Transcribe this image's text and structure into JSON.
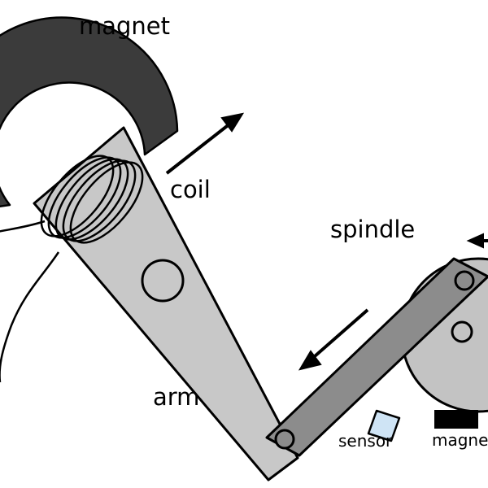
{
  "figure": {
    "title": "",
    "background_color": "#ffffff",
    "outline_color": "#000000"
  },
  "labels": {
    "magnet_top": "magnet",
    "coil": "coil",
    "spindle": "spindle",
    "arm": "arm",
    "sensor": "sensor",
    "magnet_bottom": "magnet"
  },
  "colors": {
    "magnet_dark": "#3b3b3b",
    "arm_fill": "#c8c8c8",
    "spindle_disc_fill": "#c3c3c3",
    "spindle_bar_fill": "#8c8c8c",
    "sensor_fill": "#cfe4f5",
    "magnet_bottom_fill": "#000000",
    "coil_stroke": "#000000",
    "outline": "#000000"
  },
  "parts": [
    {
      "name": "magnet-horseshoe",
      "label": "magnet"
    },
    {
      "name": "coil-windings",
      "label": "coil"
    },
    {
      "name": "arm-body",
      "label": "arm"
    },
    {
      "name": "spindle-disc",
      "label": "spindle"
    },
    {
      "name": "spindle-bar",
      "label": "spindle"
    },
    {
      "name": "sensor-block",
      "label": "sensor"
    },
    {
      "name": "magnet-block",
      "label": "magnet"
    }
  ],
  "arrows": [
    {
      "name": "arrow-coil-up-right",
      "direction": "up-right"
    },
    {
      "name": "arrow-arm-down-left",
      "direction": "down-left"
    },
    {
      "name": "arrow-spindle-left",
      "direction": "left"
    }
  ]
}
